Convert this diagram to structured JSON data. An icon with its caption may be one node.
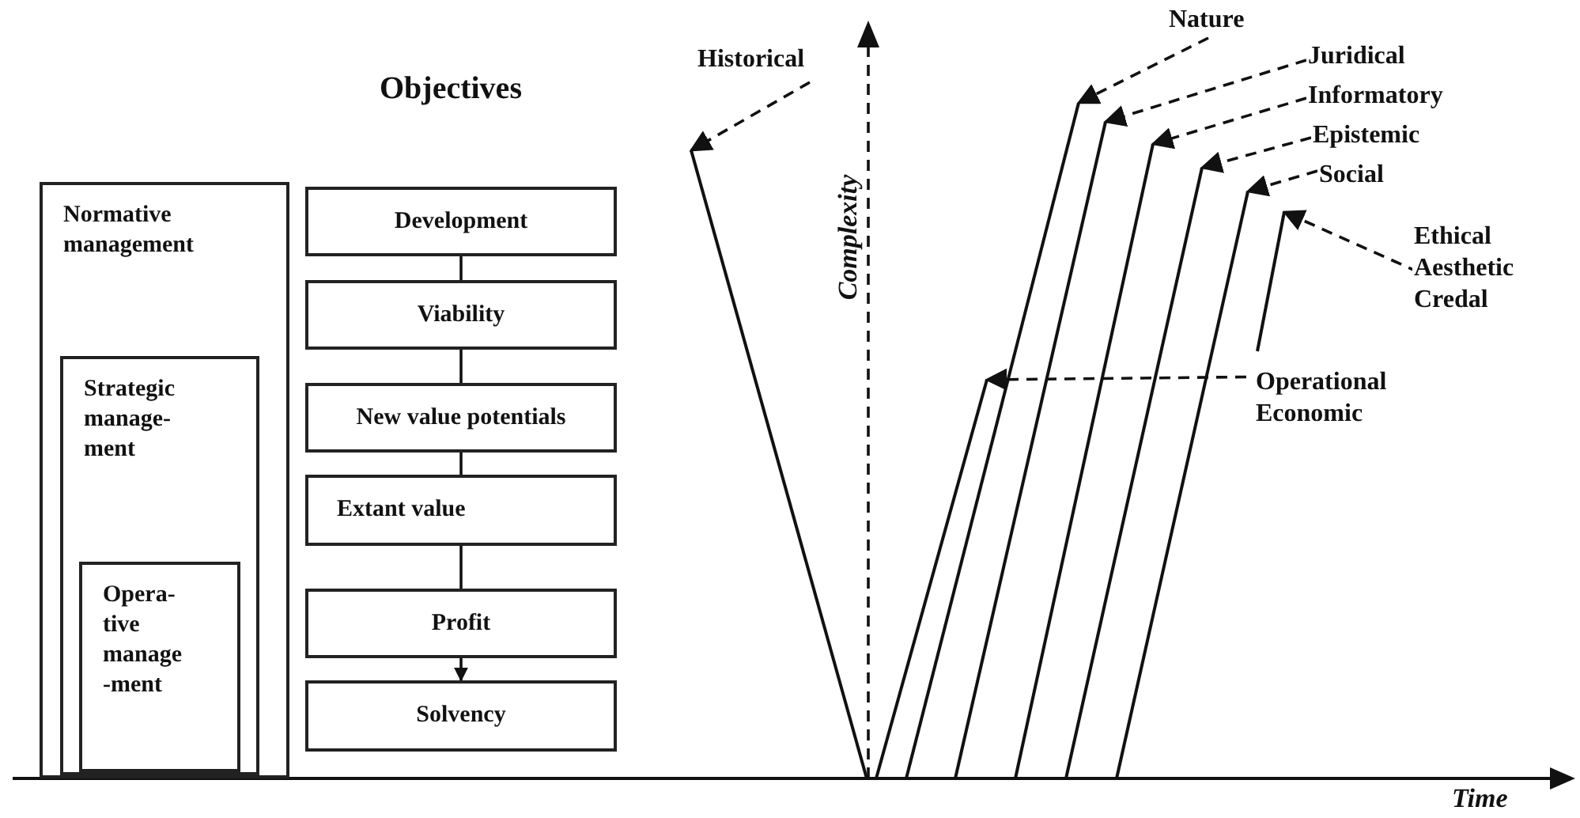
{
  "diagram": {
    "nodes": [
      {
        "text": [
          "Normative management"
        ]
      },
      {
        "text": [
          "Strategic manage- ment"
        ],
        "in": 0
      },
      {
        "text": [
          "Opera- tive manage -ment"
        ],
        "in": 1
      },
      {
        "text": [
          "Development"
        ]
      },
      {
        "text": [
          "Viability"
        ]
      },
      {
        "text": [
          "New value potentials"
        ]
      },
      {
        "text": [
          "Extant value"
        ]
      },
      {
        "text": [
          "Profit"
        ]
      },
      {
        "text": [
          "Solvency"
        ]
      },
      {
        "text": [
          "Historical"
        ]
      },
      {
        "text": [
          "Nature"
        ]
      },
      {
        "text": [
          "Juridical"
        ]
      },
      {
        "text": [
          "Informatory"
        ]
      },
      {
        "text": [
          "Epistemic"
        ]
      },
      {
        "text": [
          "Social"
        ]
      },
      {
        "text": [
          "Ethical Aesthetic Credal"
        ]
      },
      {
        "text": [
          "Operational Economic"
        ]
      },
      {
        "text": [],
        "shape": "line"
      },
      {
        "text": [],
        "shape": "line"
      },
      {
        "text": [],
        "shape": "line"
      },
      {
        "text": [],
        "shape": "line"
      },
      {
        "text": [],
        "shape": "line"
      },
      {
        "text": [],
        "shape": "line"
      },
      {
        "text": [],
        "shape": "line"
      },
      {
        "text": [],
        "shape": "line"
      }
    ],
    "edges": [
      {
        "from": 3,
        "to": 4,
        "arrow": "none"
      },
      {
        "from": 4,
        "to": 5,
        "arrow": "none"
      },
      {
        "from": 5,
        "to": 6,
        "arrow": "none"
      },
      {
        "from": 6,
        "to": 7,
        "arrow": "none"
      },
      {
        "from": 7,
        "to": 8,
        "arrow": "to"
      },
      {
        "from": 9,
        "to": 17,
        "arrow": "to",
        "style": "dashed"
      },
      {
        "from": 10,
        "to": 19,
        "arrow": "to",
        "style": "dashed"
      },
      {
        "from": 11,
        "to": 20,
        "arrow": "to",
        "style": "dashed"
      },
      {
        "from": 12,
        "to": 21,
        "arrow": "to",
        "style": "dashed"
      },
      {
        "from": 13,
        "to": 22,
        "arrow": "to",
        "style": "dashed"
      },
      {
        "from": 14,
        "to": 23,
        "arrow": "to",
        "style": "dashed"
      },
      {
        "from": 15,
        "to": 24,
        "arrow": "to",
        "style": "dashed"
      },
      {
        "from": 16,
        "to": 18,
        "arrow": "to",
        "style": "dashed"
      }
    ],
    "labels": [
      "Objectives",
      "Complexity",
      "Time"
    ]
  }
}
